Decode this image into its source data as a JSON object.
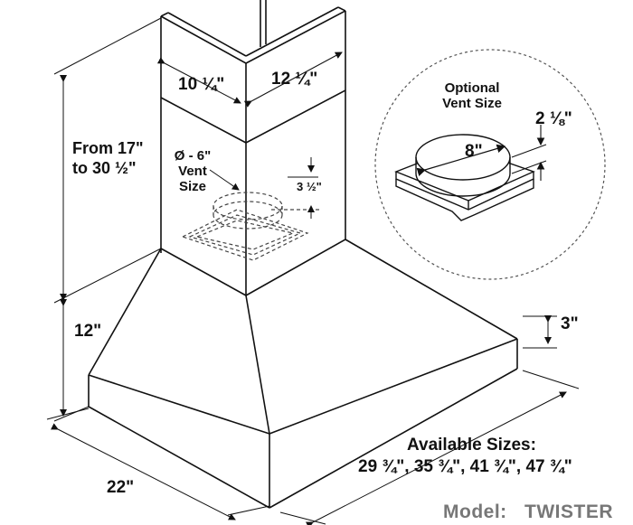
{
  "labels": {
    "chimney_width": "10 ¼\"",
    "chimney_depth": "12 ¼\"",
    "height_range_line1": "From 17\"",
    "height_range_line2": "to 30 ½\"",
    "vent_line1": "Ø - 6\"",
    "vent_line2": "Vent",
    "vent_line3": "Size",
    "vent_offset": "3 ½\"",
    "optional_line1": "Optional",
    "optional_line2": "Vent Size",
    "optional_diameter": "8\"",
    "optional_collar": "2 ⅛\"",
    "canopy_height": "12\"",
    "front_lip": "3\"",
    "depth": "22\"",
    "available_title": "Available Sizes:",
    "available_values": "29 ¾\", 35 ¾\", 41 ¾\", 47 ¾\"",
    "model_label": "Model:",
    "model_name": "TWISTER"
  },
  "colors": {
    "line": "#111111",
    "dashed": "#444444",
    "model_text": "#777777"
  }
}
